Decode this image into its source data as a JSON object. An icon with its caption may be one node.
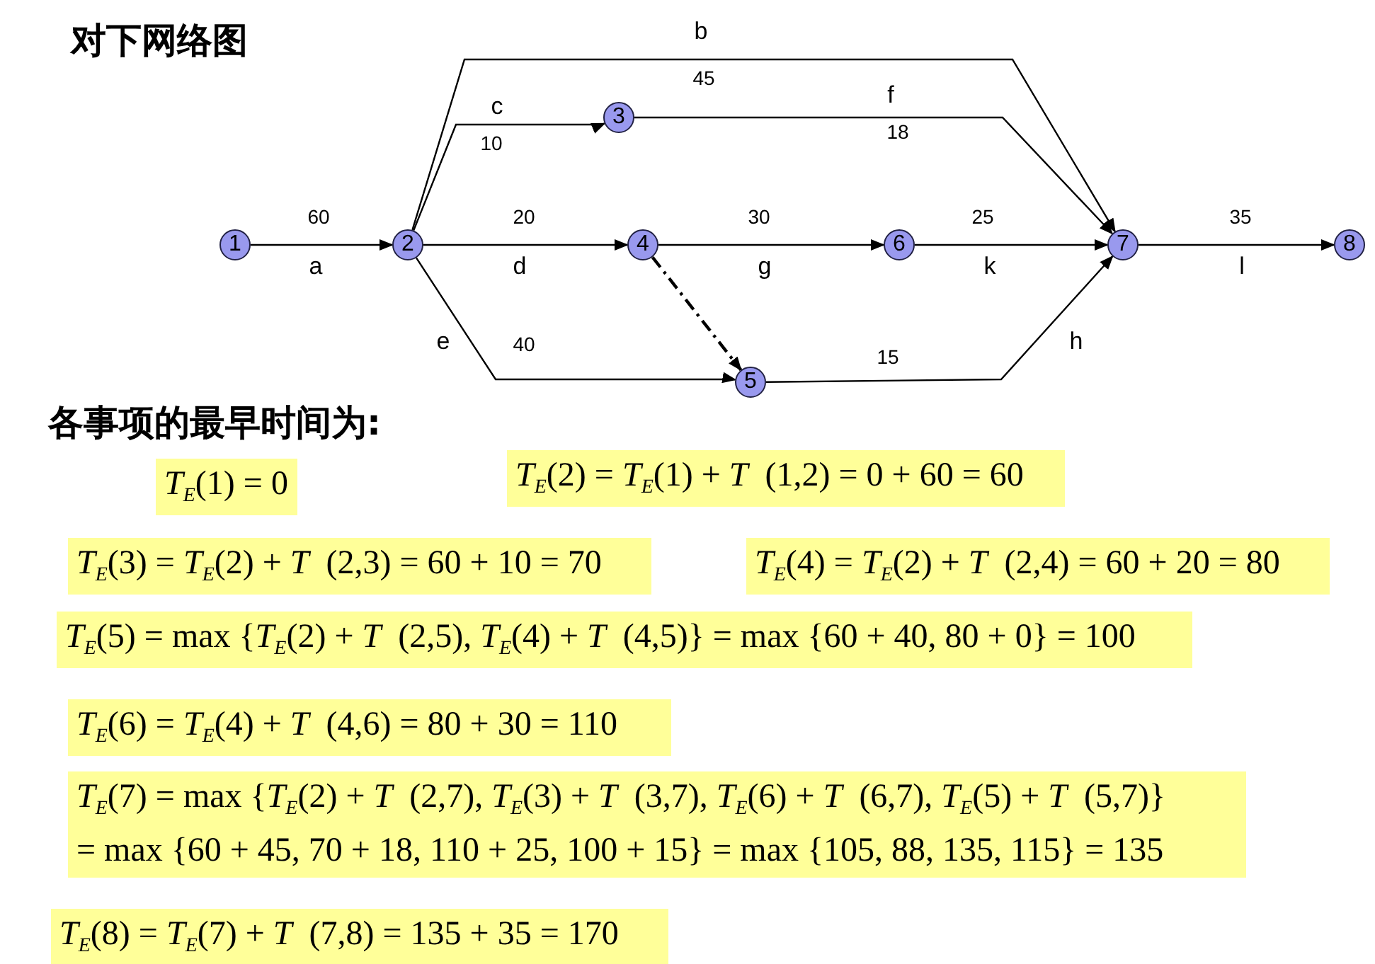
{
  "diagram": {
    "title": "对下网络图",
    "nodes": [
      {
        "text": [
          "1"
        ]
      },
      {
        "text": [
          "2"
        ]
      },
      {
        "text": [
          "3"
        ]
      },
      {
        "text": [
          "4"
        ]
      },
      {
        "text": [
          "5"
        ]
      },
      {
        "text": [
          "6"
        ]
      },
      {
        "text": [
          "7"
        ]
      },
      {
        "text": [
          "8"
        ]
      }
    ],
    "edges": [
      {
        "from": 0,
        "to": 1,
        "arrow": "to",
        "label": "a"
      },
      {
        "from": 1,
        "to": 6,
        "arrow": "to",
        "label": "b"
      },
      {
        "from": 1,
        "to": 2,
        "arrow": "to",
        "label": "c"
      },
      {
        "from": 1,
        "to": 3,
        "arrow": "to",
        "label": "d"
      },
      {
        "from": 1,
        "to": 4,
        "arrow": "to",
        "label": "e"
      },
      {
        "from": 2,
        "to": 6,
        "arrow": "to",
        "label": "f"
      },
      {
        "from": 3,
        "to": 5,
        "arrow": "to",
        "label": "g"
      },
      {
        "from": 3,
        "to": 4,
        "arrow": "to",
        "style": "dashed"
      },
      {
        "from": 5,
        "to": 6,
        "arrow": "to",
        "label": "k"
      },
      {
        "from": 4,
        "to": 6,
        "arrow": "to",
        "label": "h"
      },
      {
        "from": 6,
        "to": 7,
        "arrow": "to",
        "label": "l"
      }
    ],
    "labels": [
      "45",
      "18",
      "10",
      "60",
      "20",
      "30",
      "25",
      "35",
      "40",
      "15",
      "各事项的最早时间为:",
      "*T*$_{E}$(1) = 0",
      "*T*$_{E}$(2) = *T*$_{E}$(1) + *T*  (1,2) = 0 + 60 = 60",
      "*T*$_{E}$(3) = *T*$_{E}$(2) + *T*  (2,3) = 60 + 10 = 70",
      "*T*$_{E}$(4) = *T*$_{E}$(2) + *T*  (2,4) = 60 + 20 = 80",
      "*T*$_{E}$(5) = max {*T*$_{E}$(2) + *T*  (2,5), *T*$_{E}$(4) + *T*  (4,5)} = max {60 + 40, 80 + 0} = 100",
      "*T*$_{E}$(6) = *T*$_{E}$(4) + *T*  (4,6) = 80 + 30 = 110",
      "*T*$_{E}$(7) = max {*T*$_{E}$(2) + *T*  (2,7), *T*$_{E}$(3) + *T*  (3,7), *T*$_{E}$(6) + *T*  (6,7), *T*$_{E}$(5) + *T*  (5,7)}",
      "= max {60 + 45, 70 + 18, 110 + 25, 100 + 15} = max {105, 88, 135, 115} = 135",
      "*T*$_{E}$(8) = *T*$_{E}$(7) + *T*  (7,8) = 135 + 35 = 170"
    ]
  }
}
